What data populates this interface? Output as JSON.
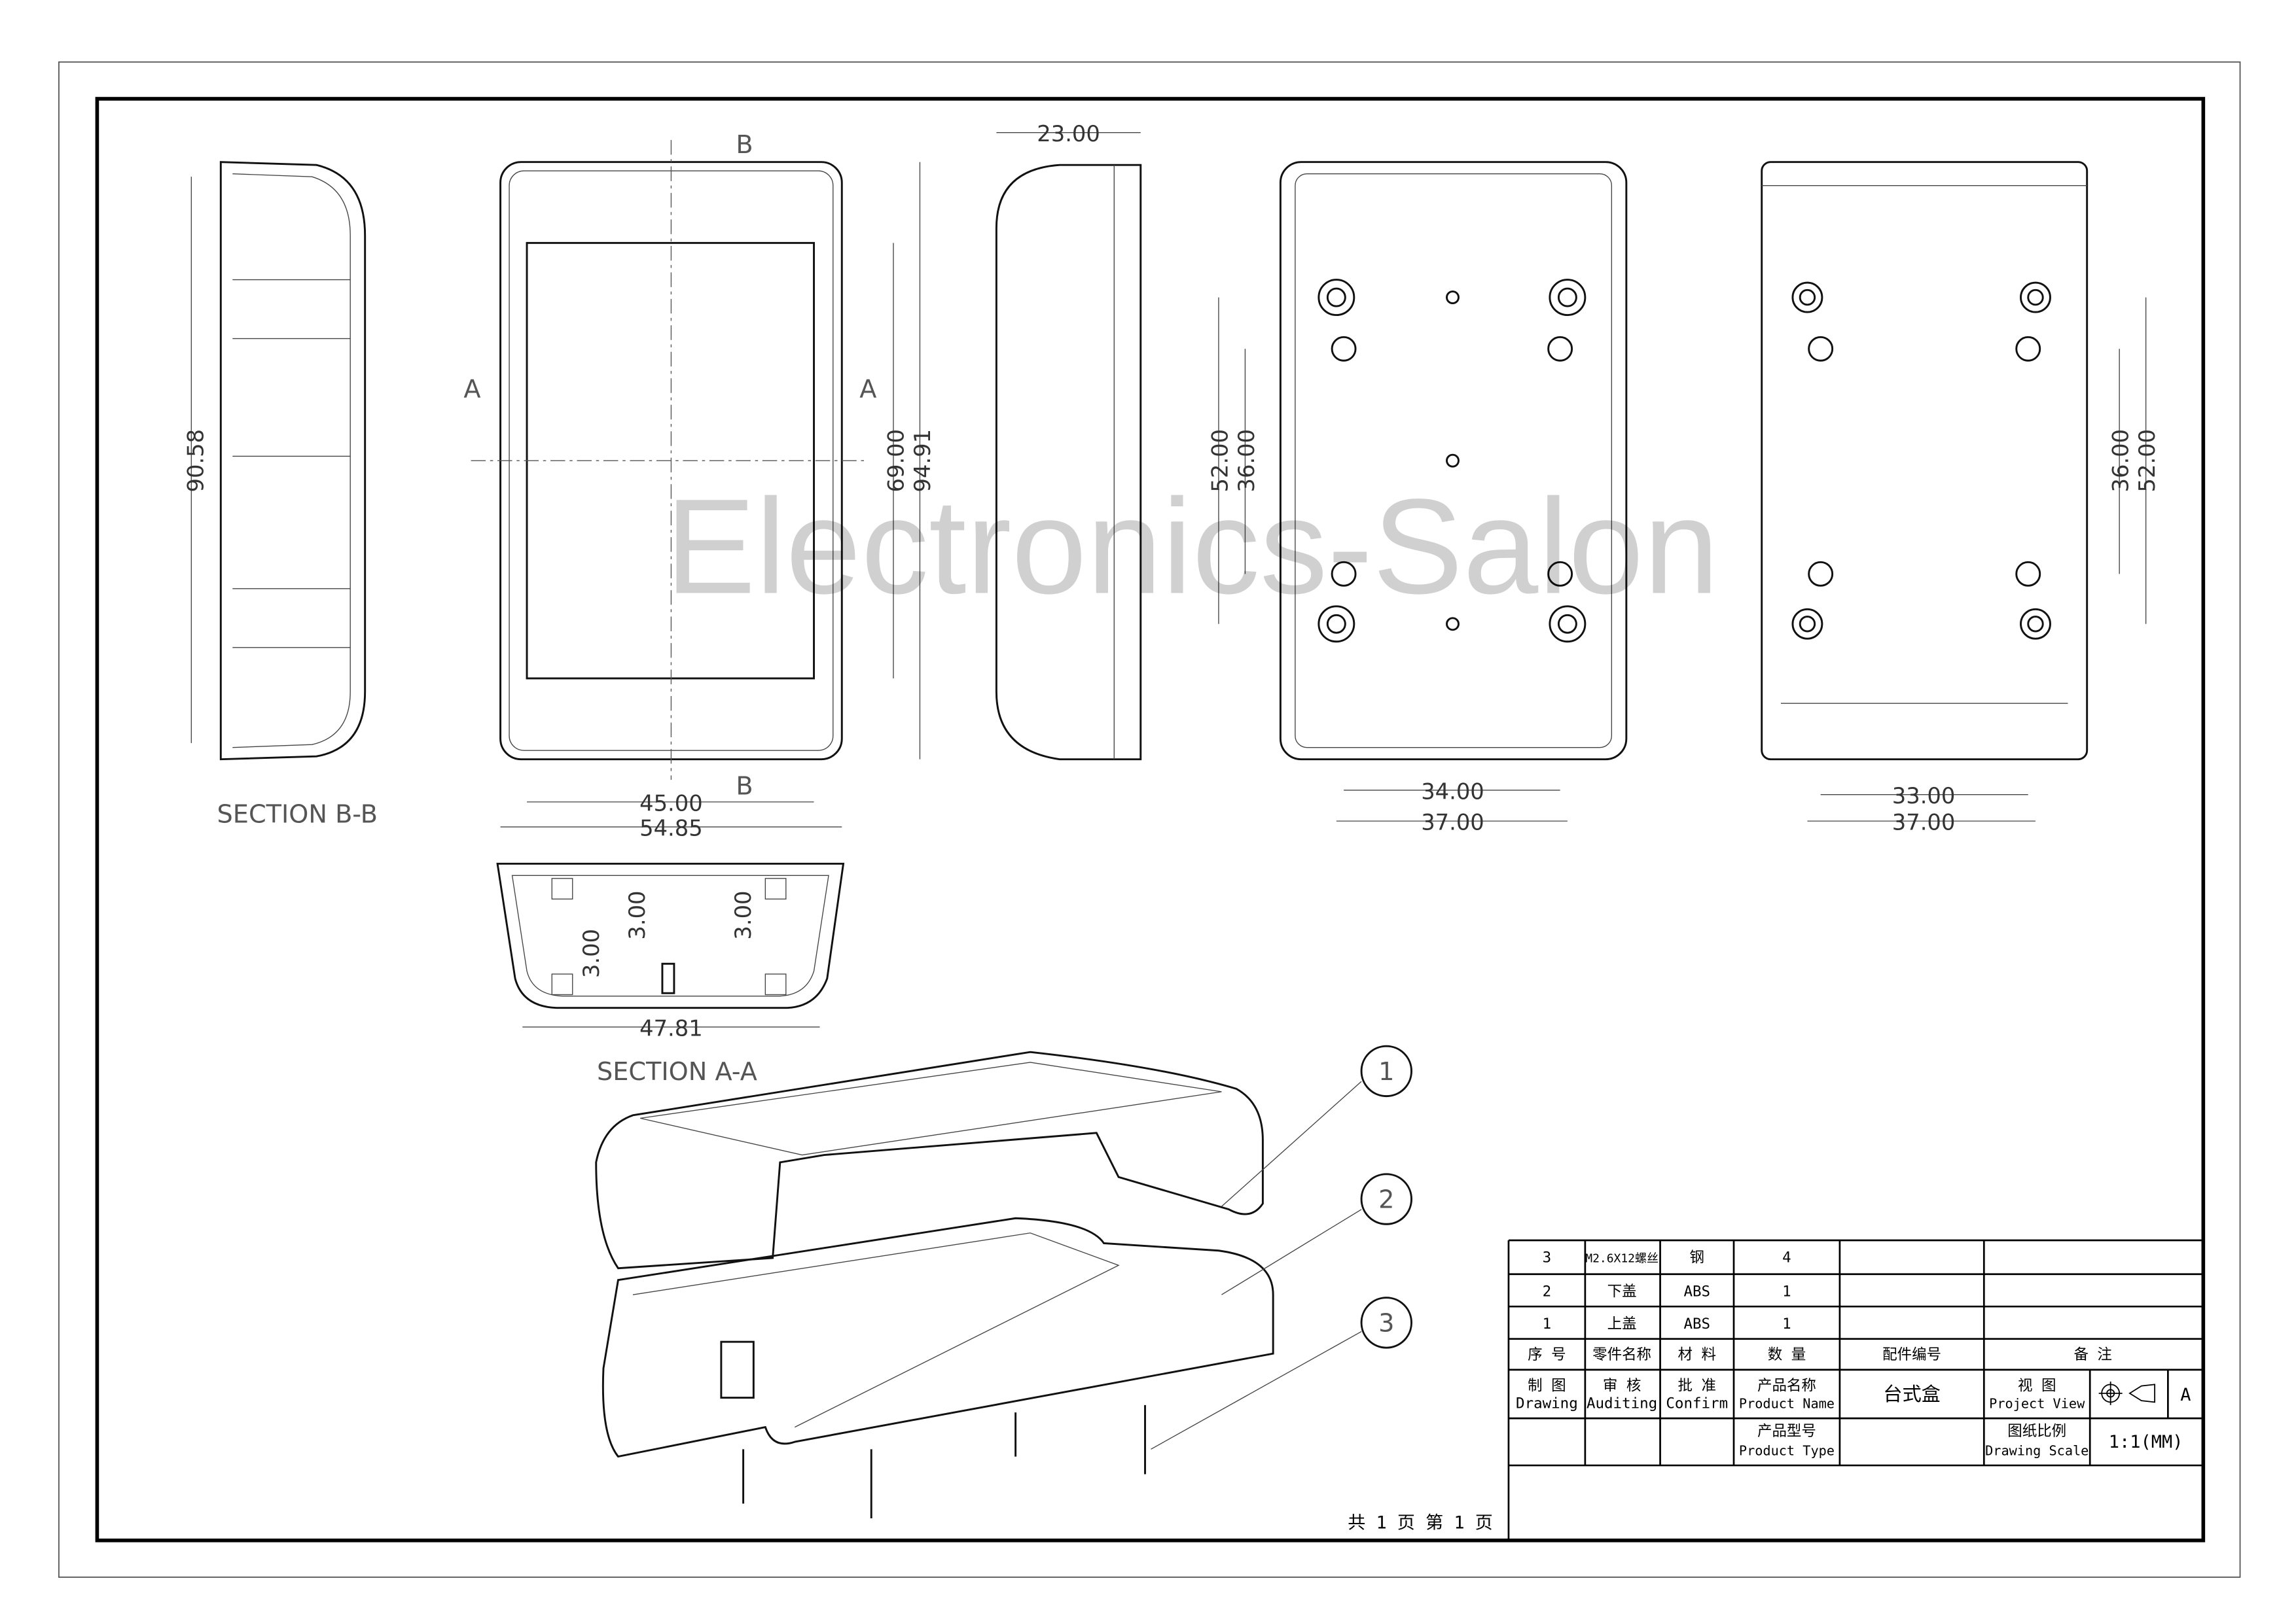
{
  "watermark": "Electronics-Salon",
  "views": {
    "section_bb": {
      "label": "SECTION B-B",
      "height": "90.58"
    },
    "front": {
      "width_inner": "45.00",
      "width_outer": "54.85",
      "height_inner": "69.00",
      "height_outer": "94.91",
      "cut_a": "A",
      "cut_b": "B"
    },
    "side": {
      "depth": "23.00"
    },
    "bottom": {
      "v_outer": "52.00",
      "v_inner": "36.00",
      "h_inner": "34.00",
      "h_outer": "37.00"
    },
    "inside": {
      "v_inner": "36.00",
      "v_outer": "52.00",
      "h_inner": "33.00",
      "h_outer": "37.00"
    },
    "section_aa": {
      "label": "SECTION A-A",
      "wall1": "3.00",
      "wall2": "3.00",
      "wall3": "3.00",
      "width": "47.81"
    }
  },
  "balloons": [
    "1",
    "2",
    "3"
  ],
  "title_block": {
    "parts": [
      {
        "no": "3",
        "name": "M2.6X12螺丝",
        "material": "钢",
        "qty": "4"
      },
      {
        "no": "2",
        "name": "下盖",
        "material": "ABS",
        "qty": "1"
      },
      {
        "no": "1",
        "name": "上盖",
        "material": "ABS",
        "qty": "1"
      }
    ],
    "headers": {
      "no": "序 号",
      "name": "零件名称",
      "material": "材 料",
      "qty": "数 量",
      "part_code": "配件编号",
      "remarks": "备 注"
    },
    "drawing_cn": "制 图",
    "drawing_en": "Drawing",
    "auditing_cn": "审 核",
    "auditing_en": "Auditing",
    "confirm_cn": "批 准",
    "confirm_en": "Confirm",
    "product_name_cn": "产品名称",
    "product_name_en": "Product Name",
    "product_name": "台式盒",
    "view_cn": "视 图",
    "view_en": "Project View",
    "projection": "A",
    "product_type_cn": "产品型号",
    "product_type_en": "Product Type",
    "scale_cn": "图纸比例",
    "scale_en": "Drawing Scale",
    "scale": "1:1(MM)",
    "pages": "共 1 页  第 1 页"
  }
}
